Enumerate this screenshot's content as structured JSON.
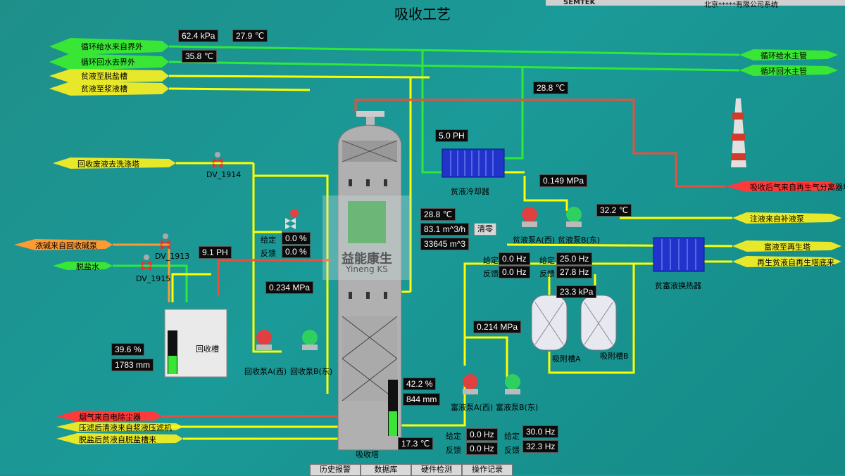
{
  "title": "吸收工艺",
  "top_brand": "SEMTEK",
  "top_right_text": "北京*****有限公司系统",
  "pipes_left": {
    "a": "循环给水来自界外",
    "b": "循环回水去界外",
    "c": "贫液至脱盐槽",
    "d": "贫液至浆液槽",
    "e": "回收废液去洗涤塔",
    "f": "浓碱来自回收碱泵",
    "g": "脱盐水",
    "h": "烟气来自电除尘器",
    "i": "压滤后清液来自浆液压滤机",
    "j": "脱盐后贫液自脱盐槽来"
  },
  "pipes_right": {
    "a": "循环给水主管",
    "b": "循环回水主管",
    "c": "吸收后气来自再生气分离器塔",
    "d": "注液来自补液泵",
    "e": "富液至再生塔",
    "f": "再生贫液自再生塔底来"
  },
  "values": {
    "pressure_top": "62.4 kPa",
    "temp_top": "27.9 ℃",
    "temp_return": "35.8 ℃",
    "temp_flue": "28.8 ℃",
    "ph_cooler": "5.0 PH",
    "pressure_lean": "0.149 MPa",
    "temp_lean_pump": "32.2 ℃",
    "temp_tower": "28.8 ℃",
    "flow_rate": "83.1 m^3/h",
    "total_flow": "33645 m^3",
    "ph_recov": "9.1 PH",
    "pressure_recov": "0.234 MPa",
    "set_recov": "0.0 %",
    "fb_recov": "0.0 %",
    "level_pct": "39.6 %",
    "level_mm": "1783 mm",
    "tower_level_pct": "42.2 %",
    "tower_level_mm": "844 mm",
    "temp_bottom": "17.3 ℃",
    "set_lean_a": "0.0 Hz",
    "fb_lean_a": "0.0 Hz",
    "set_lean_b": "25.0 Hz",
    "fb_lean_b": "27.8 Hz",
    "pressure_ads": "23.3 kPa",
    "pressure_rich": "0.214 MPa",
    "set_rich_a": "0.0 Hz",
    "fb_rich_a": "0.0 Hz",
    "set_rich_b": "30.0 Hz",
    "fb_rich_b": "32.3 Hz"
  },
  "labels": {
    "set": "给定",
    "fb": "反馈",
    "clear": "清零",
    "dv1914": "DV_1914",
    "dv1913": "DV_1913",
    "dv1915": "DV_1915",
    "cooler": "贫液冷却器",
    "lean_a": "贫液泵A(西)",
    "lean_b": "贫液泵B(东)",
    "recov_tank": "回收槽",
    "recov_a": "回收泵A(西)",
    "recov_b": "回收泵B(东)",
    "tower": "吸收塔",
    "rich_a": "富液泵A(西)",
    "rich_b": "富液泵B(东)",
    "ads_a": "吸附槽A",
    "ads_b": "吸附槽B",
    "heat_ex": "贫富液换热器",
    "logo_text": "益能康生",
    "logo_sub": "Yineng KS"
  },
  "tabs": [
    "历史报警",
    "数据库",
    "硬件检测",
    "操作记录"
  ],
  "colors": {
    "green_pipe": "#2ee83a",
    "yellow_pipe": "#ffff00",
    "red_pipe": "#e8503c",
    "orange_pipe": "#ff9933",
    "background": "#1a9a98"
  }
}
